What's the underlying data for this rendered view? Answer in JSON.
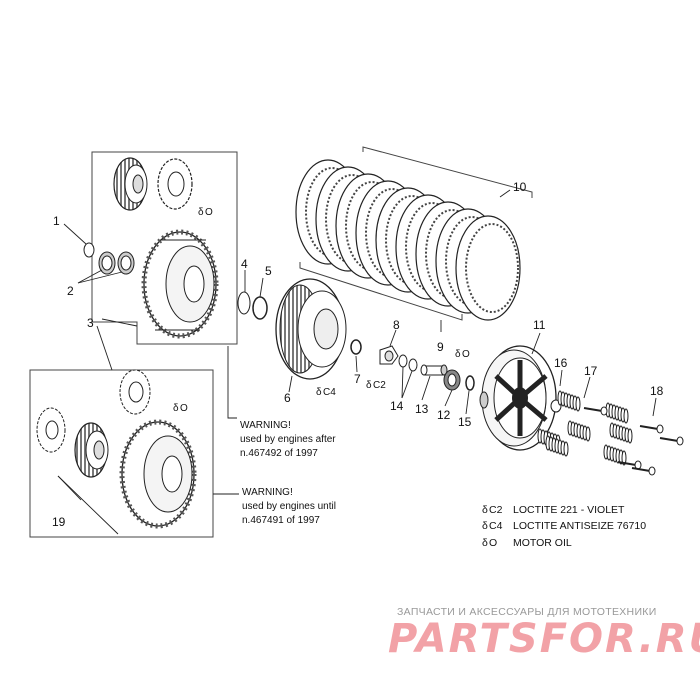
{
  "callouts": {
    "n1": "1",
    "n2": "2",
    "n3": "3",
    "n4": "4",
    "n5": "5",
    "n6": "6",
    "n7": "7",
    "n8": "8",
    "n9": "9",
    "n10": "10",
    "n11": "11",
    "n12": "12",
    "n13": "13",
    "n14": "14",
    "n15": "15",
    "n16": "16",
    "n17": "17",
    "n18": "18",
    "n19": "19"
  },
  "markers": {
    "oil": "O",
    "c2": "C2",
    "c4": "C4"
  },
  "warnings": {
    "after": [
      "WARNING!",
      "used by engines after",
      "n.467492 of 1997"
    ],
    "until": [
      "WARNING!",
      "used by engines until",
      "n.467491 of 1997"
    ]
  },
  "legend": [
    {
      "code": "C2",
      "text": "LOCTITE 221 - VIOLET"
    },
    {
      "code": "C4",
      "text": "LOCTITE ANTISEIZE 76710"
    },
    {
      "code": "O",
      "text": "MOTOR OIL"
    }
  ],
  "watermark": {
    "tagline": "ЗАПЧАСТИ И АКСЕССУАРЫ ДЛЯ МОТОТЕХНИКИ",
    "brand": "PARTSFOR.RU",
    "brand_color": "#f2a2a7"
  }
}
